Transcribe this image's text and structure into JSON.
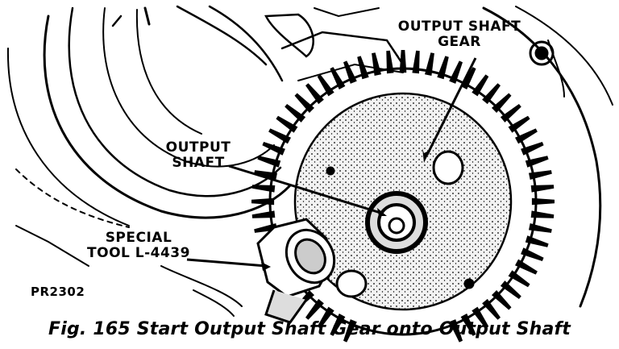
{
  "figure": {
    "labels": {
      "output_shaft_gear": "OUTPUT SHAFT\nGEAR",
      "output_shaft": "OUTPUT\nSHAFT",
      "special_tool": "SPECIAL\nTOOL L-4439",
      "figure_id": "PR2302"
    },
    "caption": "Fig. 165 Start Output Shaft Gear onto Output Shaft"
  }
}
